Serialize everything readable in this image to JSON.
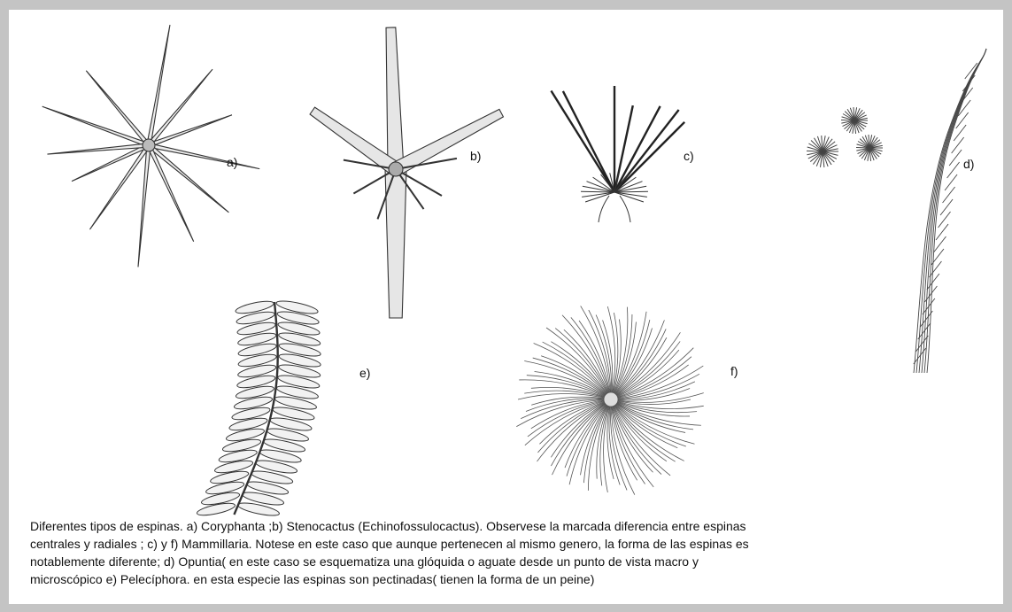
{
  "labels": {
    "a": "a)",
    "b": "b)",
    "c": "c)",
    "d": "d)",
    "e": "e)",
    "f": "f)"
  },
  "caption": {
    "line1": "Diferentes tipos de espinas. a) Coryphanta ;b) Stenocactus (Echinofossulocactus). Observese  la marcada diferencia entre espinas",
    "line2": "centrales y radiales ; c) y f) Mammillaria. Notese en este caso que aunque pertenecen al mismo genero, la forma de las espinas es",
    "line3": "notablemente diferente; d) Opuntia( en este caso se esquematiza una glóquida o aguate  desde un punto de vista macro y",
    "line4": "microscópico e) Pelecíphora. en esta especie las espinas son pectinadas( tienen la forma de un peine)"
  },
  "colors": {
    "frame": "#c4c4c4",
    "background": "#ffffff",
    "ink": "#333333",
    "fill": "#e6e6e6"
  }
}
